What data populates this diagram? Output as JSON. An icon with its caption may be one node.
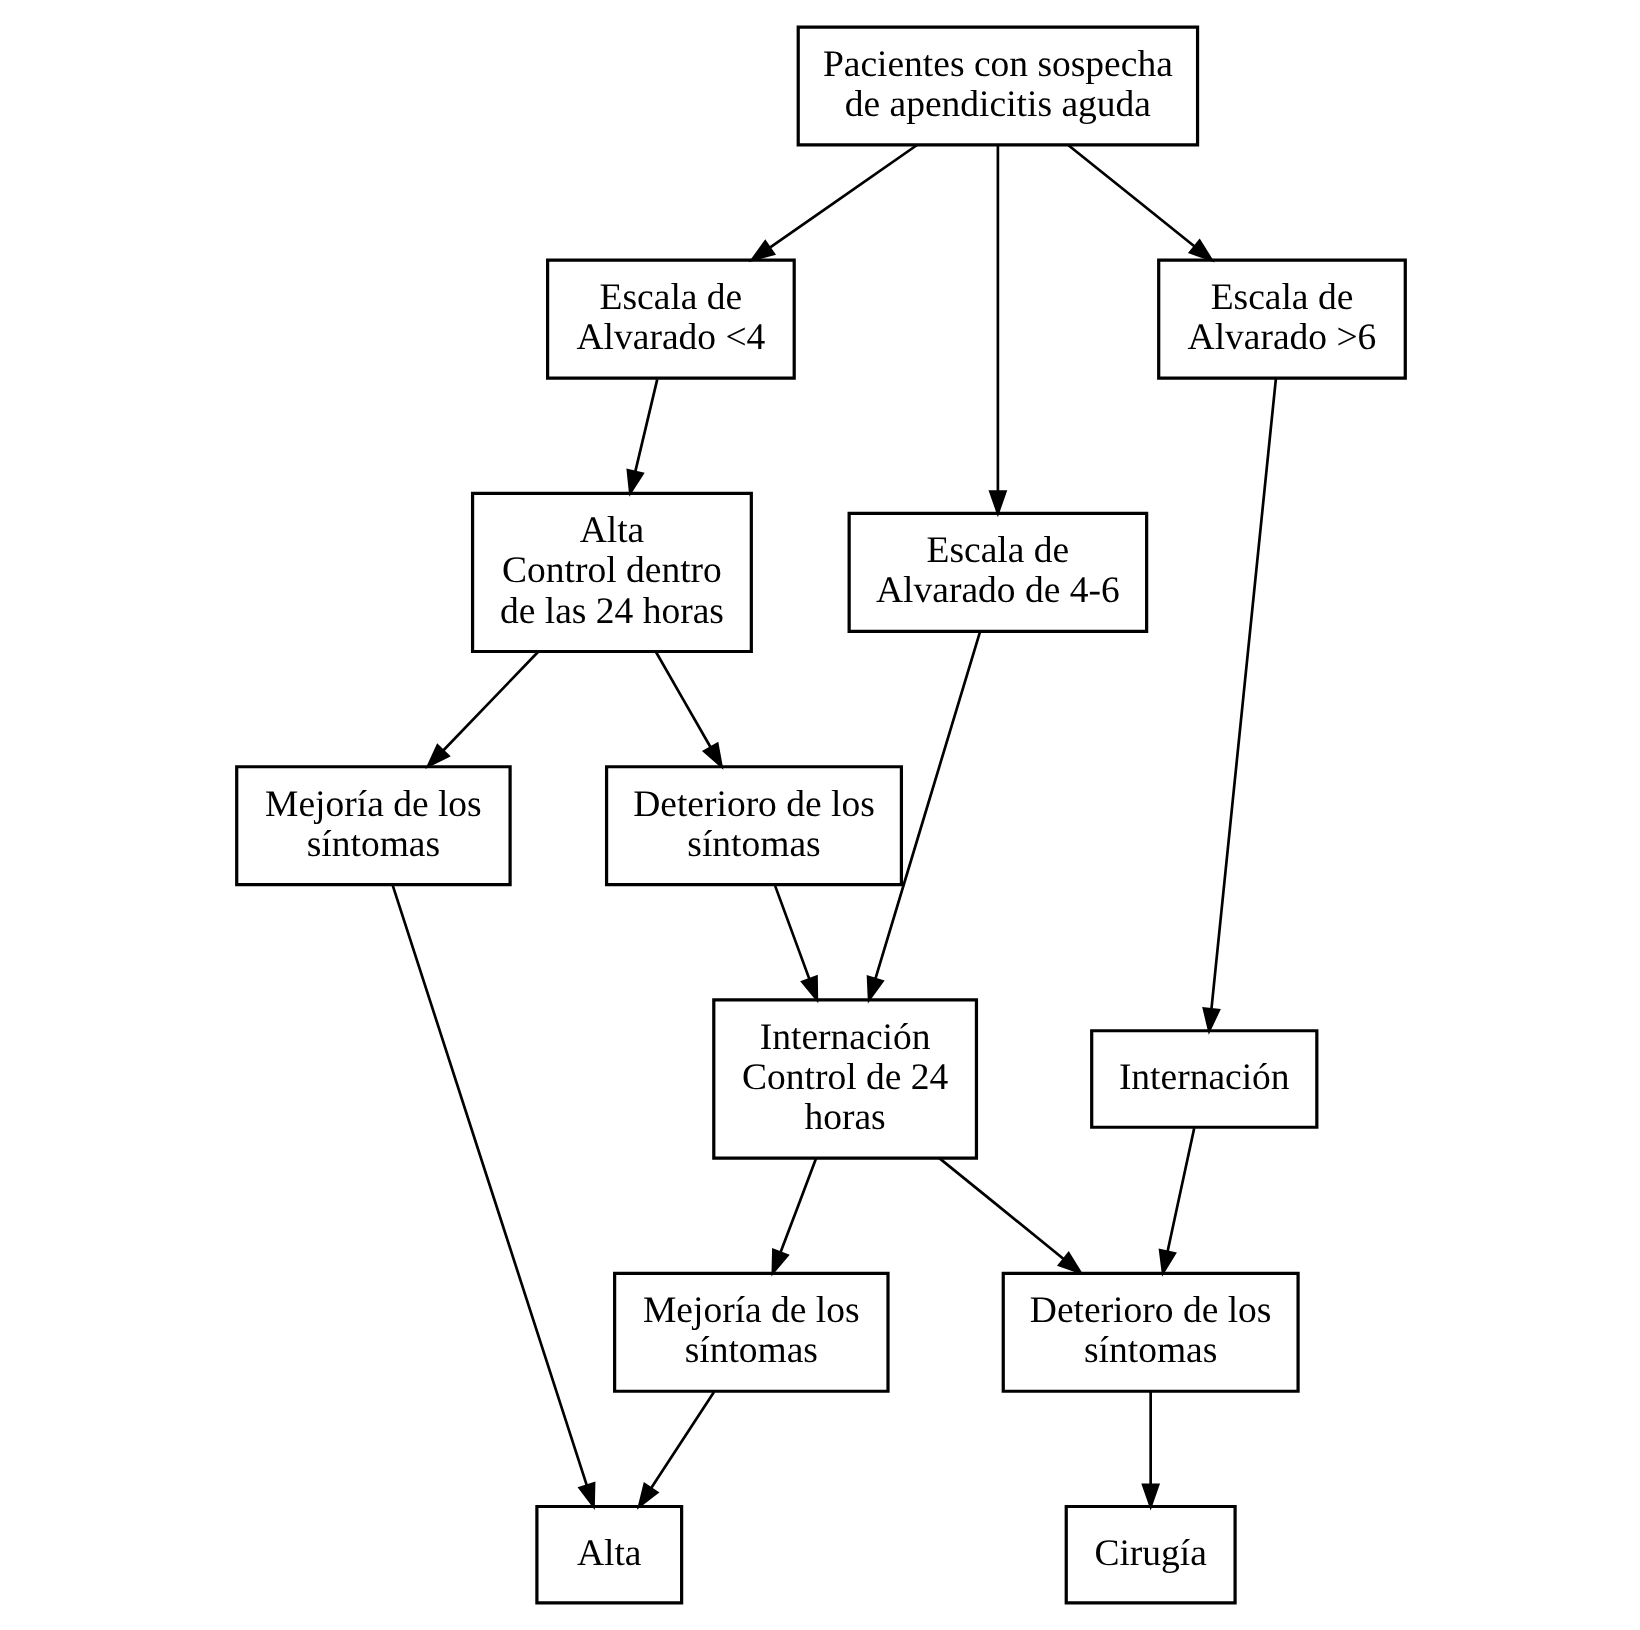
{
  "diagram": {
    "nodes": [
      {
        "text": [
          "Pacientes con sospecha de apendicitis aguda"
        ]
      },
      {
        "text": [
          "Escala de Alvarado <4"
        ]
      },
      {
        "text": [
          "Escala de Alvarado de 4-6"
        ]
      },
      {
        "text": [
          "Escala de Alvarado >6"
        ]
      },
      {
        "text": [
          "Alta",
          "Control dentro de las 24 horas"
        ]
      },
      {
        "text": [
          "Internación",
          "Control de 24 horas"
        ]
      },
      {
        "text": [
          "Internación"
        ]
      },
      {
        "text": [
          "Mejoría de los síntomas"
        ]
      },
      {
        "text": [
          "Deterioro de los síntomas"
        ]
      },
      {
        "text": [
          "Mejoría de los síntomas"
        ]
      },
      {
        "text": [
          "Deterioro de los síntomas"
        ]
      },
      {
        "text": [
          "Alta"
        ]
      },
      {
        "text": [
          "Cirugía"
        ]
      }
    ],
    "edges": [
      {
        "from": 0,
        "to": 1,
        "arrow": "to"
      },
      {
        "from": 0,
        "to": 2,
        "arrow": "to"
      },
      {
        "from": 0,
        "to": 3,
        "arrow": "to"
      },
      {
        "from": 1,
        "to": 4,
        "arrow": "to"
      },
      {
        "from": 2,
        "to": 5,
        "arrow": "to"
      },
      {
        "from": 3,
        "to": 6,
        "arrow": "to"
      },
      {
        "from": 4,
        "to": 7,
        "arrow": "to"
      },
      {
        "from": 4,
        "to": 8,
        "arrow": "to"
      },
      {
        "from": 8,
        "to": 5,
        "arrow": "to"
      },
      {
        "from": 5,
        "to": 9,
        "arrow": "to"
      },
      {
        "from": 5,
        "to": 10,
        "arrow": "to"
      },
      {
        "from": 6,
        "to": 10,
        "arrow": "to"
      },
      {
        "from": 7,
        "to": 11,
        "arrow": "to"
      },
      {
        "from": 9,
        "to": 11,
        "arrow": "to"
      },
      {
        "from": 10,
        "to": 12,
        "arrow": "to"
      }
    ]
  }
}
